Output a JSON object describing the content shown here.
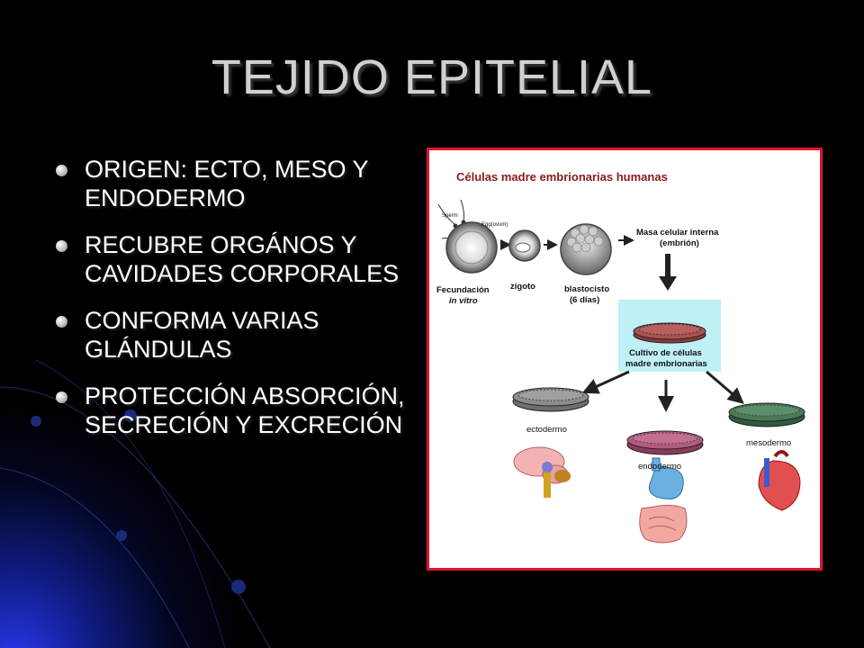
{
  "slide": {
    "title": "TEJIDO EPITELIAL",
    "bullets": [
      "ORIGEN: ECTO, MESO Y ENDODERMO",
      "RECUBRE ORGÁNOS Y CAVIDADES CORPORALES",
      "CONFORMA VARIAS GLÁNDULAS",
      "PROTECCIÓN ABSORCIÓN, SECRECIÓN Y EXCRECIÓN"
    ]
  },
  "figure": {
    "heading": "Células madre embrionarias humanas",
    "sperm": "Sperm",
    "egg": "Egg(ovum)",
    "fecundacion_1": "Fecundación",
    "fecundacion_2": "in vitro",
    "zigoto": "zigoto",
    "blastocisto_1": "blastocisto",
    "blastocisto_2": "(6 días)",
    "masa_1": "Masa celular interna",
    "masa_2": "(embrión)",
    "cultivo_1": "Cultivo de células",
    "cultivo_2": "madre embrionarias",
    "ectodermo": "ectodermo",
    "endodermo": "endodermo",
    "mesodermo": "mesodermo"
  },
  "colors": {
    "figure_border": "#e0152b",
    "heading": "#8a1a1a",
    "culture_box": "#bff0f6"
  }
}
